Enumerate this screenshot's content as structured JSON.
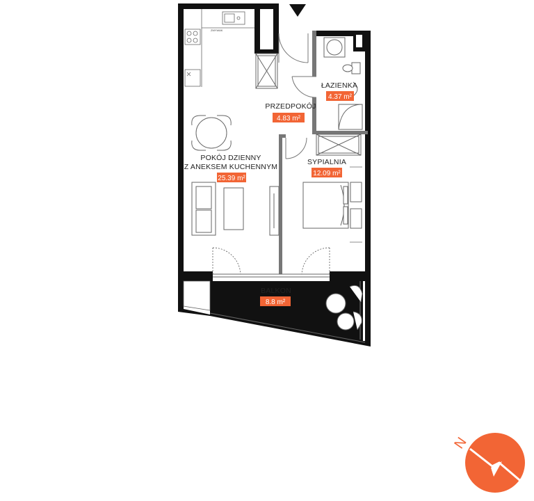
{
  "rooms": {
    "living": {
      "name_line1": "POKÓJ DZIENNY",
      "name_line2": "Z ANEKSEM KUCHENNYM",
      "area": "25.39 m²"
    },
    "hall": {
      "name": "PRZEDPOKÓJ",
      "area": "4.83 m²"
    },
    "bathroom": {
      "name": "ŁAZIENKA",
      "area": "4.37 m²"
    },
    "bedroom": {
      "name": "SYPIALNIA",
      "area": "12.09 m²"
    },
    "balcony": {
      "name": "BALKON",
      "area": "8.8 m²"
    }
  },
  "fixtures": {
    "sink_label": "ZMYWAK"
  },
  "compass": {
    "letter": "N"
  },
  "colors": {
    "accent": "#f26535",
    "wall": "#111111",
    "fixture": "#555555"
  },
  "icons": [
    "entrance-arrow-icon",
    "compass-icon"
  ]
}
